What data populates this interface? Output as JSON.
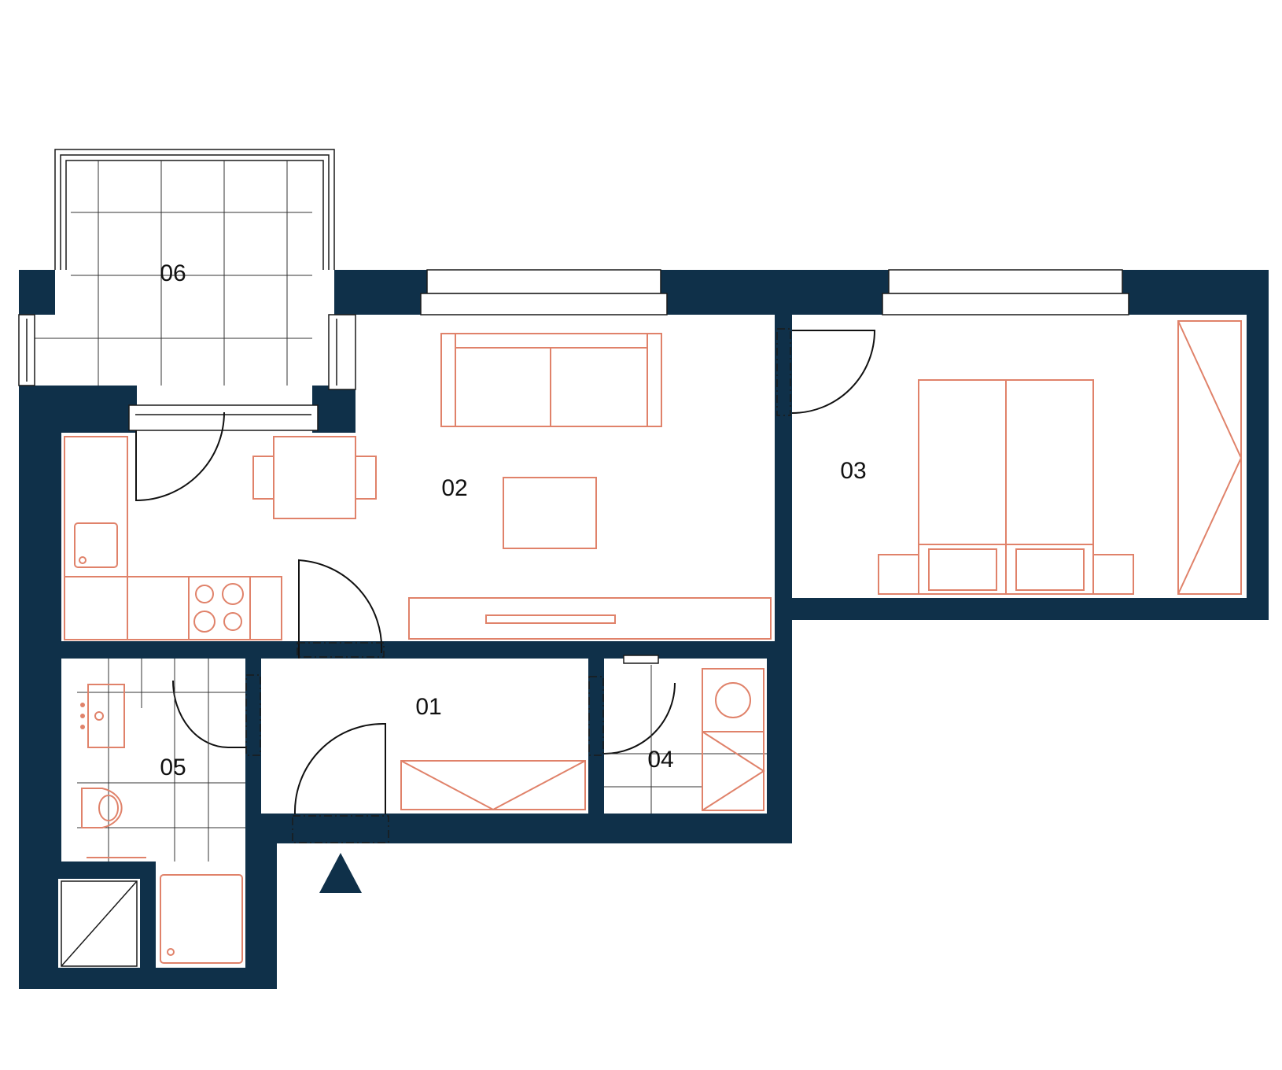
{
  "plan": {
    "rooms": [
      {
        "id": "room-01",
        "label": "01"
      },
      {
        "id": "room-02",
        "label": "02"
      },
      {
        "id": "room-03",
        "label": "03"
      },
      {
        "id": "room-04",
        "label": "04"
      },
      {
        "id": "room-05",
        "label": "05"
      },
      {
        "id": "room-06",
        "label": "06"
      }
    ],
    "colors": {
      "wall": "#0f3049",
      "furniture": "#e0826a",
      "line": "#1a1a1a",
      "background": "#ffffff"
    },
    "icons": {
      "entrance": "entrance-arrow-icon"
    }
  }
}
